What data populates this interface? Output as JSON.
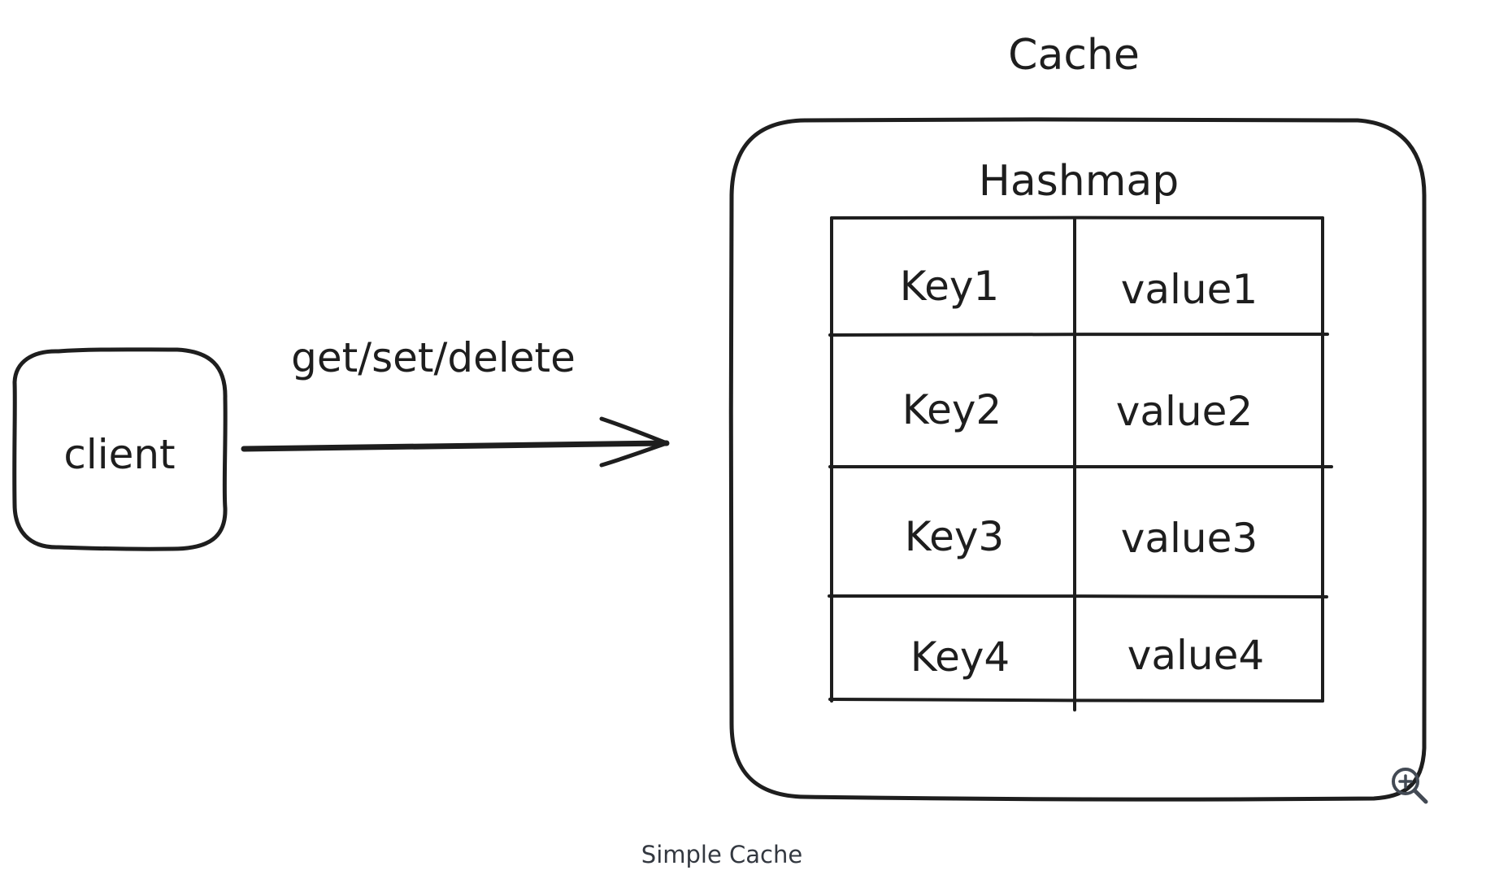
{
  "client": {
    "label": "client"
  },
  "edge": {
    "label": "get/set/delete"
  },
  "cache": {
    "title": "Cache"
  },
  "hashmap": {
    "title": "Hashmap",
    "rows": [
      {
        "key": "Key1",
        "value": "value1"
      },
      {
        "key": "Key2",
        "value": "value2"
      },
      {
        "key": "Key3",
        "value": "value3"
      },
      {
        "key": "Key4",
        "value": "value4"
      }
    ]
  },
  "caption": "Simple Cache",
  "zoom_icon": "zoom-in-icon",
  "colors": {
    "ink": "#1e1e1e",
    "caption": "#333840",
    "icon": "#434a54"
  }
}
